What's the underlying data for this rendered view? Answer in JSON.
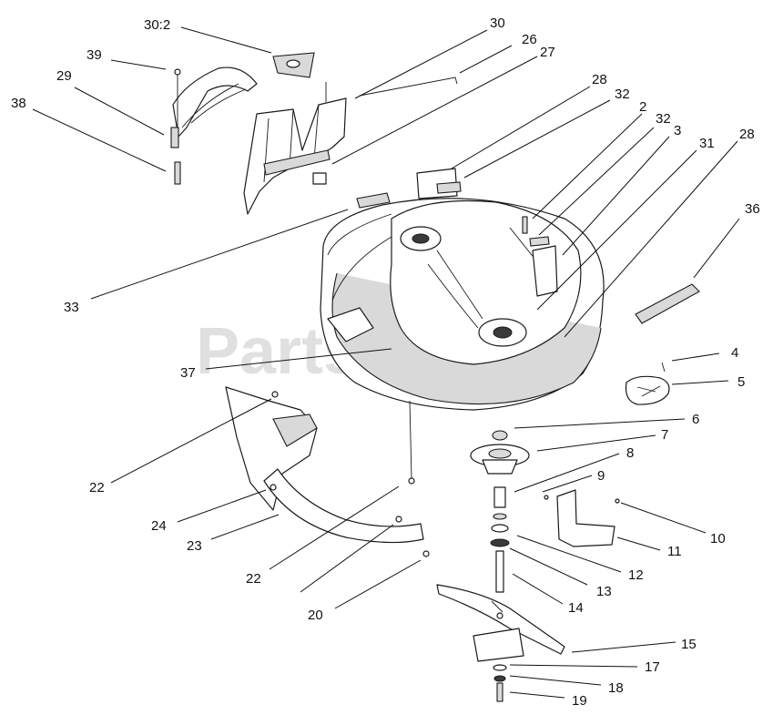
{
  "diagram": {
    "watermark": "PartsTree",
    "callouts": [
      {
        "id": "c-30-2",
        "label": "30:2"
      },
      {
        "id": "c-30",
        "label": "30"
      },
      {
        "id": "c-26",
        "label": "26"
      },
      {
        "id": "c-27",
        "label": "27"
      },
      {
        "id": "c-39",
        "label": "39"
      },
      {
        "id": "c-29",
        "label": "29"
      },
      {
        "id": "c-38",
        "label": "38"
      },
      {
        "id": "c-28a",
        "label": "28"
      },
      {
        "id": "c-32a",
        "label": "32"
      },
      {
        "id": "c-2",
        "label": "2"
      },
      {
        "id": "c-32b",
        "label": "32"
      },
      {
        "id": "c-3",
        "label": "3"
      },
      {
        "id": "c-31",
        "label": "31"
      },
      {
        "id": "c-28b",
        "label": "28"
      },
      {
        "id": "c-36",
        "label": "36"
      },
      {
        "id": "c-33",
        "label": "33"
      },
      {
        "id": "c-4",
        "label": "4"
      },
      {
        "id": "c-5",
        "label": "5"
      },
      {
        "id": "c-37",
        "label": "37"
      },
      {
        "id": "c-6",
        "label": "6"
      },
      {
        "id": "c-7",
        "label": "7"
      },
      {
        "id": "c-8",
        "label": "8"
      },
      {
        "id": "c-9",
        "label": "9"
      },
      {
        "id": "c-22a",
        "label": "22"
      },
      {
        "id": "c-10",
        "label": "10"
      },
      {
        "id": "c-11",
        "label": "11"
      },
      {
        "id": "c-24",
        "label": "24"
      },
      {
        "id": "c-23",
        "label": "23"
      },
      {
        "id": "c-12",
        "label": "12"
      },
      {
        "id": "c-13",
        "label": "13"
      },
      {
        "id": "c-22b",
        "label": "22"
      },
      {
        "id": "c-14",
        "label": "14"
      },
      {
        "id": "c-20",
        "label": "20"
      },
      {
        "id": "c-15",
        "label": "15"
      },
      {
        "id": "c-17",
        "label": "17"
      },
      {
        "id": "c-18",
        "label": "18"
      },
      {
        "id": "c-19",
        "label": "19"
      }
    ]
  }
}
